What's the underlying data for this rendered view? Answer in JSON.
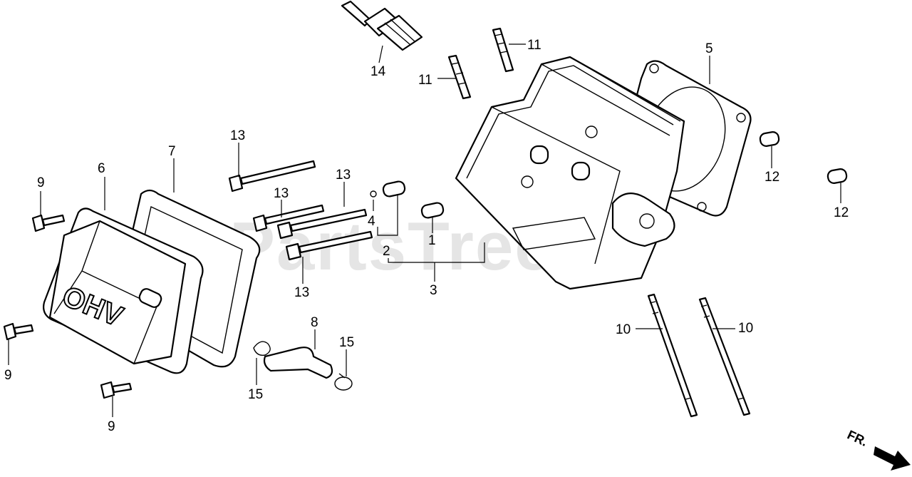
{
  "watermark": "PartsTree",
  "direction_marker": "FR.",
  "callouts": [
    "1",
    "2",
    "3",
    "4",
    "5",
    "6",
    "7",
    "8",
    "9",
    "9",
    "9",
    "10",
    "10",
    "11",
    "11",
    "12",
    "12",
    "13",
    "13",
    "13",
    "13",
    "14",
    "15",
    "15"
  ],
  "cover_lettering": "OHV"
}
